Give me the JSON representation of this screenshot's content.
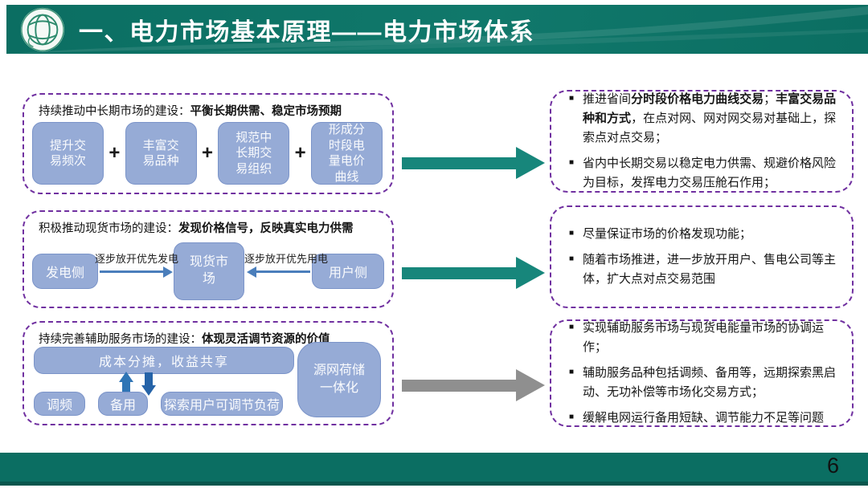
{
  "header": {
    "title": "一、电力市场基本原理——电力市场体系"
  },
  "glyphs": {
    "bullet": "■",
    "plus": "+"
  },
  "colors": {
    "banner": "#0b6e62",
    "boxfill": "#96abd6",
    "boxborder": "#7b94c9",
    "dashed": "#7030a0",
    "arrowteal": "#17867b",
    "arrowgray": "#8f8f8f",
    "flowblue": "#4a7ebb",
    "upblue": "#2f75b5",
    "downblue": "#2563a8"
  },
  "sections": [
    {
      "title_normal": "持续推动中长期市场的建设：",
      "title_bold": "平衡长期供需、稳定市场预期",
      "boxes": [
        "提升交易频次",
        "丰富交易品种",
        "规范中长期交易组织",
        "形成分时段电量电价曲线"
      ]
    },
    {
      "title_normal": "积极推动现货市场的建设：",
      "title_bold": "发现价格信号，反映真实电力供需",
      "left_box": "发电侧",
      "center_box": "现货市场",
      "right_box": "用户侧",
      "left_arrow_label": "逐步放开优先发电",
      "right_arrow_label": "逐步放开优先用电"
    },
    {
      "title_normal": "持续完善辅助服务市场的建设：",
      "title_bold": "体现灵活调节资源的价值",
      "wide_box": "成本分摊，收益共享",
      "bottom_boxes": [
        "调频",
        "备用",
        "探索用户可调节负荷"
      ],
      "side_box": "源网荷储一体化"
    }
  ],
  "right_panels": [
    {
      "bullets": [
        {
          "segments": [
            {
              "text": "推进省间",
              "bold": false
            },
            {
              "text": "分时段价格电力曲线交易",
              "bold": true
            },
            {
              "text": "；",
              "bold": false
            },
            {
              "text": "丰富交易品种和方式",
              "bold": true
            },
            {
              "text": "，在点对网、网对网交易对基础上，探索点对点交易；",
              "bold": false
            }
          ]
        },
        {
          "segments": [
            {
              "text": "省内中长期交易以稳定电力供需、规避价格风险为目标，发挥电力交易压舱石作用；",
              "bold": false
            }
          ]
        }
      ]
    },
    {
      "bullets": [
        {
          "segments": [
            {
              "text": "尽量保证市场的价格发现功能；",
              "bold": false
            }
          ]
        },
        {
          "segments": [
            {
              "text": "随着市场推进，进一步放开用户、售电公司等主体，扩大点对点交易范围",
              "bold": false
            }
          ]
        }
      ]
    },
    {
      "bullets": [
        {
          "segments": [
            {
              "text": "实现辅助服务市场与现货电能量市场的协调运作；",
              "bold": false
            }
          ]
        },
        {
          "segments": [
            {
              "text": "辅助服务品种包括调频、备用等，远期探索黑启动、无功补偿等市场化交易方式；",
              "bold": false
            }
          ]
        },
        {
          "segments": [
            {
              "text": "缓解电网运行备用短缺、调节能力不足等问题",
              "bold": false
            }
          ]
        }
      ]
    }
  ],
  "footer": {
    "page_number": "6"
  }
}
